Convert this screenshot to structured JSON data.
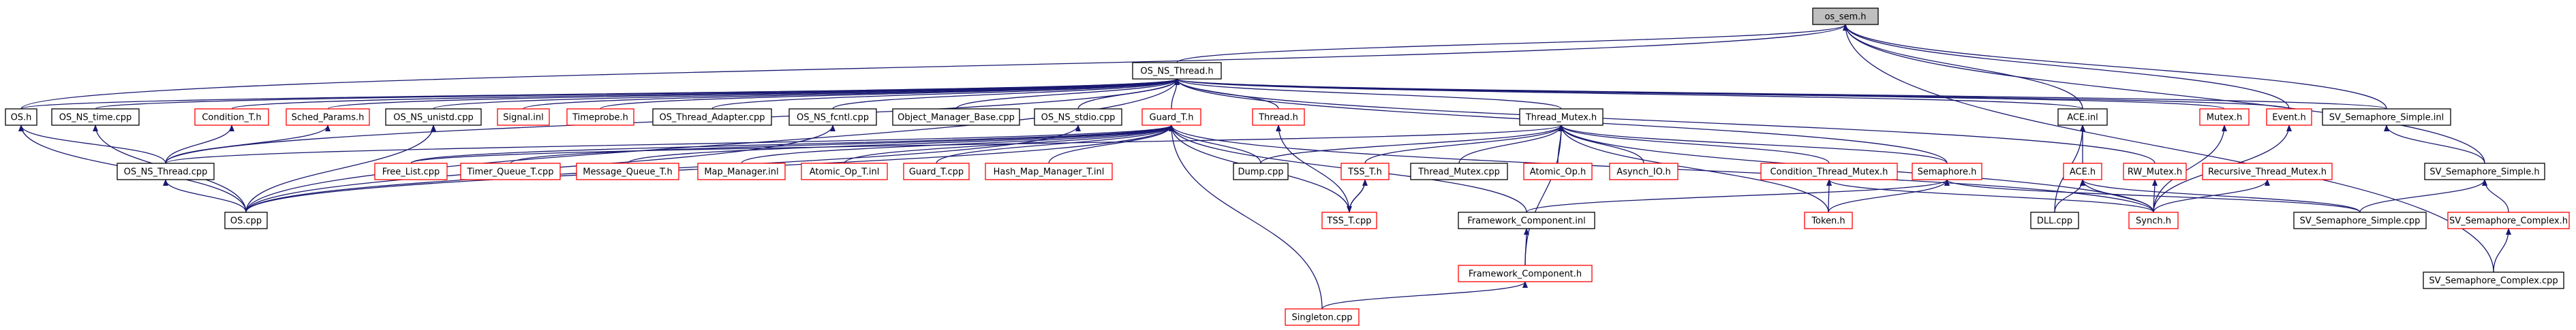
{
  "nodes": [
    {
      "id": "os_sem_h",
      "label": "os_sem.h",
      "style": "root"
    },
    {
      "id": "os_ns_thread_h",
      "label": "OS_NS_Thread.h",
      "style": "normal"
    },
    {
      "id": "os_h",
      "label": "OS.h",
      "style": "normal"
    },
    {
      "id": "os_ns_time_cpp",
      "label": "OS_NS_time.cpp",
      "style": "normal"
    },
    {
      "id": "condition_t_h",
      "label": "Condition_T.h",
      "style": "red"
    },
    {
      "id": "sched_params_h",
      "label": "Sched_Params.h",
      "style": "red"
    },
    {
      "id": "os_ns_unistd_cpp",
      "label": "OS_NS_unistd.cpp",
      "style": "normal"
    },
    {
      "id": "signal_inl",
      "label": "Signal.inl",
      "style": "red"
    },
    {
      "id": "timeprobe_h",
      "label": "Timeprobe.h",
      "style": "red"
    },
    {
      "id": "os_thread_adapter_cpp",
      "label": "OS_Thread_Adapter.cpp",
      "style": "normal"
    },
    {
      "id": "os_ns_fcntl_cpp",
      "label": "OS_NS_fcntl.cpp",
      "style": "normal"
    },
    {
      "id": "object_manager_base_cpp",
      "label": "Object_Manager_Base.cpp",
      "style": "normal"
    },
    {
      "id": "os_ns_stdio_cpp",
      "label": "OS_NS_stdio.cpp",
      "style": "normal"
    },
    {
      "id": "guard_t_h",
      "label": "Guard_T.h",
      "style": "red"
    },
    {
      "id": "thread_h",
      "label": "Thread.h",
      "style": "red"
    },
    {
      "id": "thread_mutex_h",
      "label": "Thread_Mutex.h",
      "style": "normal"
    },
    {
      "id": "ace_inl",
      "label": "ACE.inl",
      "style": "normal"
    },
    {
      "id": "mutex_h",
      "label": "Mutex.h",
      "style": "red"
    },
    {
      "id": "event_h",
      "label": "Event.h",
      "style": "red"
    },
    {
      "id": "sv_semaphore_simple_inl",
      "label": "SV_Semaphore_Simple.inl",
      "style": "normal"
    },
    {
      "id": "os_ns_thread_cpp",
      "label": "OS_NS_Thread.cpp",
      "style": "normal"
    },
    {
      "id": "free_list_cpp",
      "label": "Free_List.cpp",
      "style": "red"
    },
    {
      "id": "timer_queue_t_cpp",
      "label": "Timer_Queue_T.cpp",
      "style": "red"
    },
    {
      "id": "message_queue_t_h",
      "label": "Message_Queue_T.h",
      "style": "red"
    },
    {
      "id": "map_manager_inl",
      "label": "Map_Manager.inl",
      "style": "red"
    },
    {
      "id": "atomic_op_t_inl",
      "label": "Atomic_Op_T.inl",
      "style": "red"
    },
    {
      "id": "guard_t_cpp",
      "label": "Guard_T.cpp",
      "style": "red"
    },
    {
      "id": "hash_map_manager_t_inl",
      "label": "Hash_Map_Manager_T.inl",
      "style": "red"
    },
    {
      "id": "dump_cpp",
      "label": "Dump.cpp",
      "style": "normal"
    },
    {
      "id": "tss_t_h",
      "label": "TSS_T.h",
      "style": "red"
    },
    {
      "id": "thread_mutex_cpp",
      "label": "Thread_Mutex.cpp",
      "style": "normal"
    },
    {
      "id": "atomic_op_h",
      "label": "Atomic_Op.h",
      "style": "red"
    },
    {
      "id": "asynch_io_h",
      "label": "Asynch_IO.h",
      "style": "red"
    },
    {
      "id": "condition_thread_mutex_h",
      "label": "Condition_Thread_Mutex.h",
      "style": "red"
    },
    {
      "id": "semaphore_h",
      "label": "Semaphore.h",
      "style": "red"
    },
    {
      "id": "ace_h",
      "label": "ACE.h",
      "style": "red"
    },
    {
      "id": "rw_mutex_h",
      "label": "RW_Mutex.h",
      "style": "red"
    },
    {
      "id": "recursive_thread_mutex_h",
      "label": "Recursive_Thread_Mutex.h",
      "style": "red"
    },
    {
      "id": "sv_semaphore_simple_h",
      "label": "SV_Semaphore_Simple.h",
      "style": "normal"
    },
    {
      "id": "os_cpp",
      "label": "OS.cpp",
      "style": "normal"
    },
    {
      "id": "tss_t_cpp",
      "label": "TSS_T.cpp",
      "style": "red"
    },
    {
      "id": "framework_component_inl",
      "label": "Framework_Component.inl",
      "style": "normal"
    },
    {
      "id": "token_h",
      "label": "Token.h",
      "style": "red"
    },
    {
      "id": "dll_cpp",
      "label": "DLL.cpp",
      "style": "normal"
    },
    {
      "id": "synch_h",
      "label": "Synch.h",
      "style": "red"
    },
    {
      "id": "sv_semaphore_simple_cpp",
      "label": "SV_Semaphore_Simple.cpp",
      "style": "normal"
    },
    {
      "id": "sv_semaphore_complex_h",
      "label": "SV_Semaphore_Complex.h",
      "style": "red"
    },
    {
      "id": "framework_component_h",
      "label": "Framework_Component.h",
      "style": "red"
    },
    {
      "id": "sv_semaphore_complex_cpp",
      "label": "SV_Semaphore_Complex.cpp",
      "style": "normal"
    },
    {
      "id": "singleton_cpp",
      "label": "Singleton.cpp",
      "style": "red"
    }
  ],
  "edges": [
    [
      "os_ns_thread_h",
      "os_sem_h"
    ],
    [
      "ace_inl",
      "os_sem_h"
    ],
    [
      "event_h",
      "os_sem_h"
    ],
    [
      "sv_semaphore_simple_inl",
      "os_sem_h"
    ],
    [
      "sv_semaphore_simple_h",
      "os_sem_h"
    ],
    [
      "sv_semaphore_complex_cpp",
      "os_sem_h"
    ],
    [
      "os_h",
      "os_sem_h"
    ],
    [
      "os_h",
      "os_ns_thread_h"
    ],
    [
      "os_ns_time_cpp",
      "os_ns_thread_h"
    ],
    [
      "condition_t_h",
      "os_ns_thread_h"
    ],
    [
      "sched_params_h",
      "os_ns_thread_h"
    ],
    [
      "os_ns_unistd_cpp",
      "os_ns_thread_h"
    ],
    [
      "signal_inl",
      "os_ns_thread_h"
    ],
    [
      "timeprobe_h",
      "os_ns_thread_h"
    ],
    [
      "os_thread_adapter_cpp",
      "os_ns_thread_h"
    ],
    [
      "os_ns_fcntl_cpp",
      "os_ns_thread_h"
    ],
    [
      "object_manager_base_cpp",
      "os_ns_thread_h"
    ],
    [
      "os_ns_stdio_cpp",
      "os_ns_thread_h"
    ],
    [
      "guard_t_h",
      "os_ns_thread_h"
    ],
    [
      "thread_h",
      "os_ns_thread_h"
    ],
    [
      "thread_mutex_h",
      "os_ns_thread_h"
    ],
    [
      "ace_inl",
      "os_ns_thread_h"
    ],
    [
      "mutex_h",
      "os_ns_thread_h"
    ],
    [
      "event_h",
      "os_ns_thread_h"
    ],
    [
      "rw_mutex_h",
      "os_ns_thread_h"
    ],
    [
      "semaphore_h",
      "os_ns_thread_h"
    ],
    [
      "sv_semaphore_simple_inl",
      "os_ns_thread_h"
    ],
    [
      "os_ns_thread_cpp",
      "os_ns_thread_h"
    ],
    [
      "os_cpp",
      "os_ns_thread_h"
    ],
    [
      "free_list_cpp",
      "guard_t_h"
    ],
    [
      "timer_queue_t_cpp",
      "guard_t_h"
    ],
    [
      "message_queue_t_h",
      "guard_t_h"
    ],
    [
      "map_manager_inl",
      "guard_t_h"
    ],
    [
      "atomic_op_t_inl",
      "guard_t_h"
    ],
    [
      "guard_t_cpp",
      "guard_t_h"
    ],
    [
      "hash_map_manager_t_inl",
      "guard_t_h"
    ],
    [
      "dump_cpp",
      "guard_t_h"
    ],
    [
      "os_ns_thread_cpp",
      "guard_t_h"
    ],
    [
      "os_cpp",
      "guard_t_h"
    ],
    [
      "tss_t_cpp",
      "guard_t_h"
    ],
    [
      "framework_component_inl",
      "guard_t_h"
    ],
    [
      "synch_h",
      "guard_t_h"
    ],
    [
      "singleton_cpp",
      "guard_t_h"
    ],
    [
      "tss_t_cpp",
      "thread_h"
    ],
    [
      "dump_cpp",
      "thread_mutex_h"
    ],
    [
      "tss_t_h",
      "thread_mutex_h"
    ],
    [
      "thread_mutex_cpp",
      "thread_mutex_h"
    ],
    [
      "atomic_op_h",
      "thread_mutex_h"
    ],
    [
      "asynch_io_h",
      "thread_mutex_h"
    ],
    [
      "condition_thread_mutex_h",
      "thread_mutex_h"
    ],
    [
      "semaphore_h",
      "thread_mutex_h"
    ],
    [
      "framework_component_h",
      "thread_mutex_h"
    ],
    [
      "token_h",
      "thread_mutex_h"
    ],
    [
      "synch_h",
      "thread_mutex_h"
    ],
    [
      "free_list_cpp",
      "thread_mutex_h"
    ],
    [
      "ace_h",
      "ace_inl"
    ],
    [
      "dll_cpp",
      "ace_inl"
    ],
    [
      "synch_h",
      "mutex_h"
    ],
    [
      "synch_h",
      "event_h"
    ],
    [
      "sv_semaphore_simple_h",
      "sv_semaphore_simple_inl"
    ],
    [
      "os_ns_thread_cpp",
      "os_h"
    ],
    [
      "os_cpp",
      "os_h"
    ],
    [
      "os_cpp",
      "os_ns_time_cpp"
    ],
    [
      "os_ns_thread_cpp",
      "condition_t_h"
    ],
    [
      "os_ns_thread_cpp",
      "sched_params_h"
    ],
    [
      "os_cpp",
      "os_ns_unistd_cpp"
    ],
    [
      "os_cpp",
      "os_ns_fcntl_cpp"
    ],
    [
      "os_cpp",
      "os_ns_stdio_cpp"
    ],
    [
      "os_cpp",
      "os_ns_thread_cpp"
    ],
    [
      "tss_t_cpp",
      "tss_t_h"
    ],
    [
      "tss_t_h",
      "tss_t_cpp"
    ],
    [
      "token_h",
      "condition_thread_mutex_h"
    ],
    [
      "synch_h",
      "condition_thread_mutex_h"
    ],
    [
      "token_h",
      "semaphore_h"
    ],
    [
      "framework_component_inl",
      "semaphore_h"
    ],
    [
      "sv_semaphore_simple_cpp",
      "semaphore_h"
    ],
    [
      "dll_cpp",
      "ace_h"
    ],
    [
      "synch_h",
      "ace_h"
    ],
    [
      "sv_semaphore_simple_cpp",
      "ace_h"
    ],
    [
      "synch_h",
      "rw_mutex_h"
    ],
    [
      "synch_h",
      "recursive_thread_mutex_h"
    ],
    [
      "sv_semaphore_simple_cpp",
      "sv_semaphore_simple_h"
    ],
    [
      "sv_semaphore_complex_h",
      "sv_semaphore_simple_h"
    ],
    [
      "sv_semaphore_complex_cpp",
      "sv_semaphore_complex_h"
    ],
    [
      "framework_component_h",
      "framework_component_inl"
    ],
    [
      "singleton_cpp",
      "framework_component_h"
    ]
  ]
}
